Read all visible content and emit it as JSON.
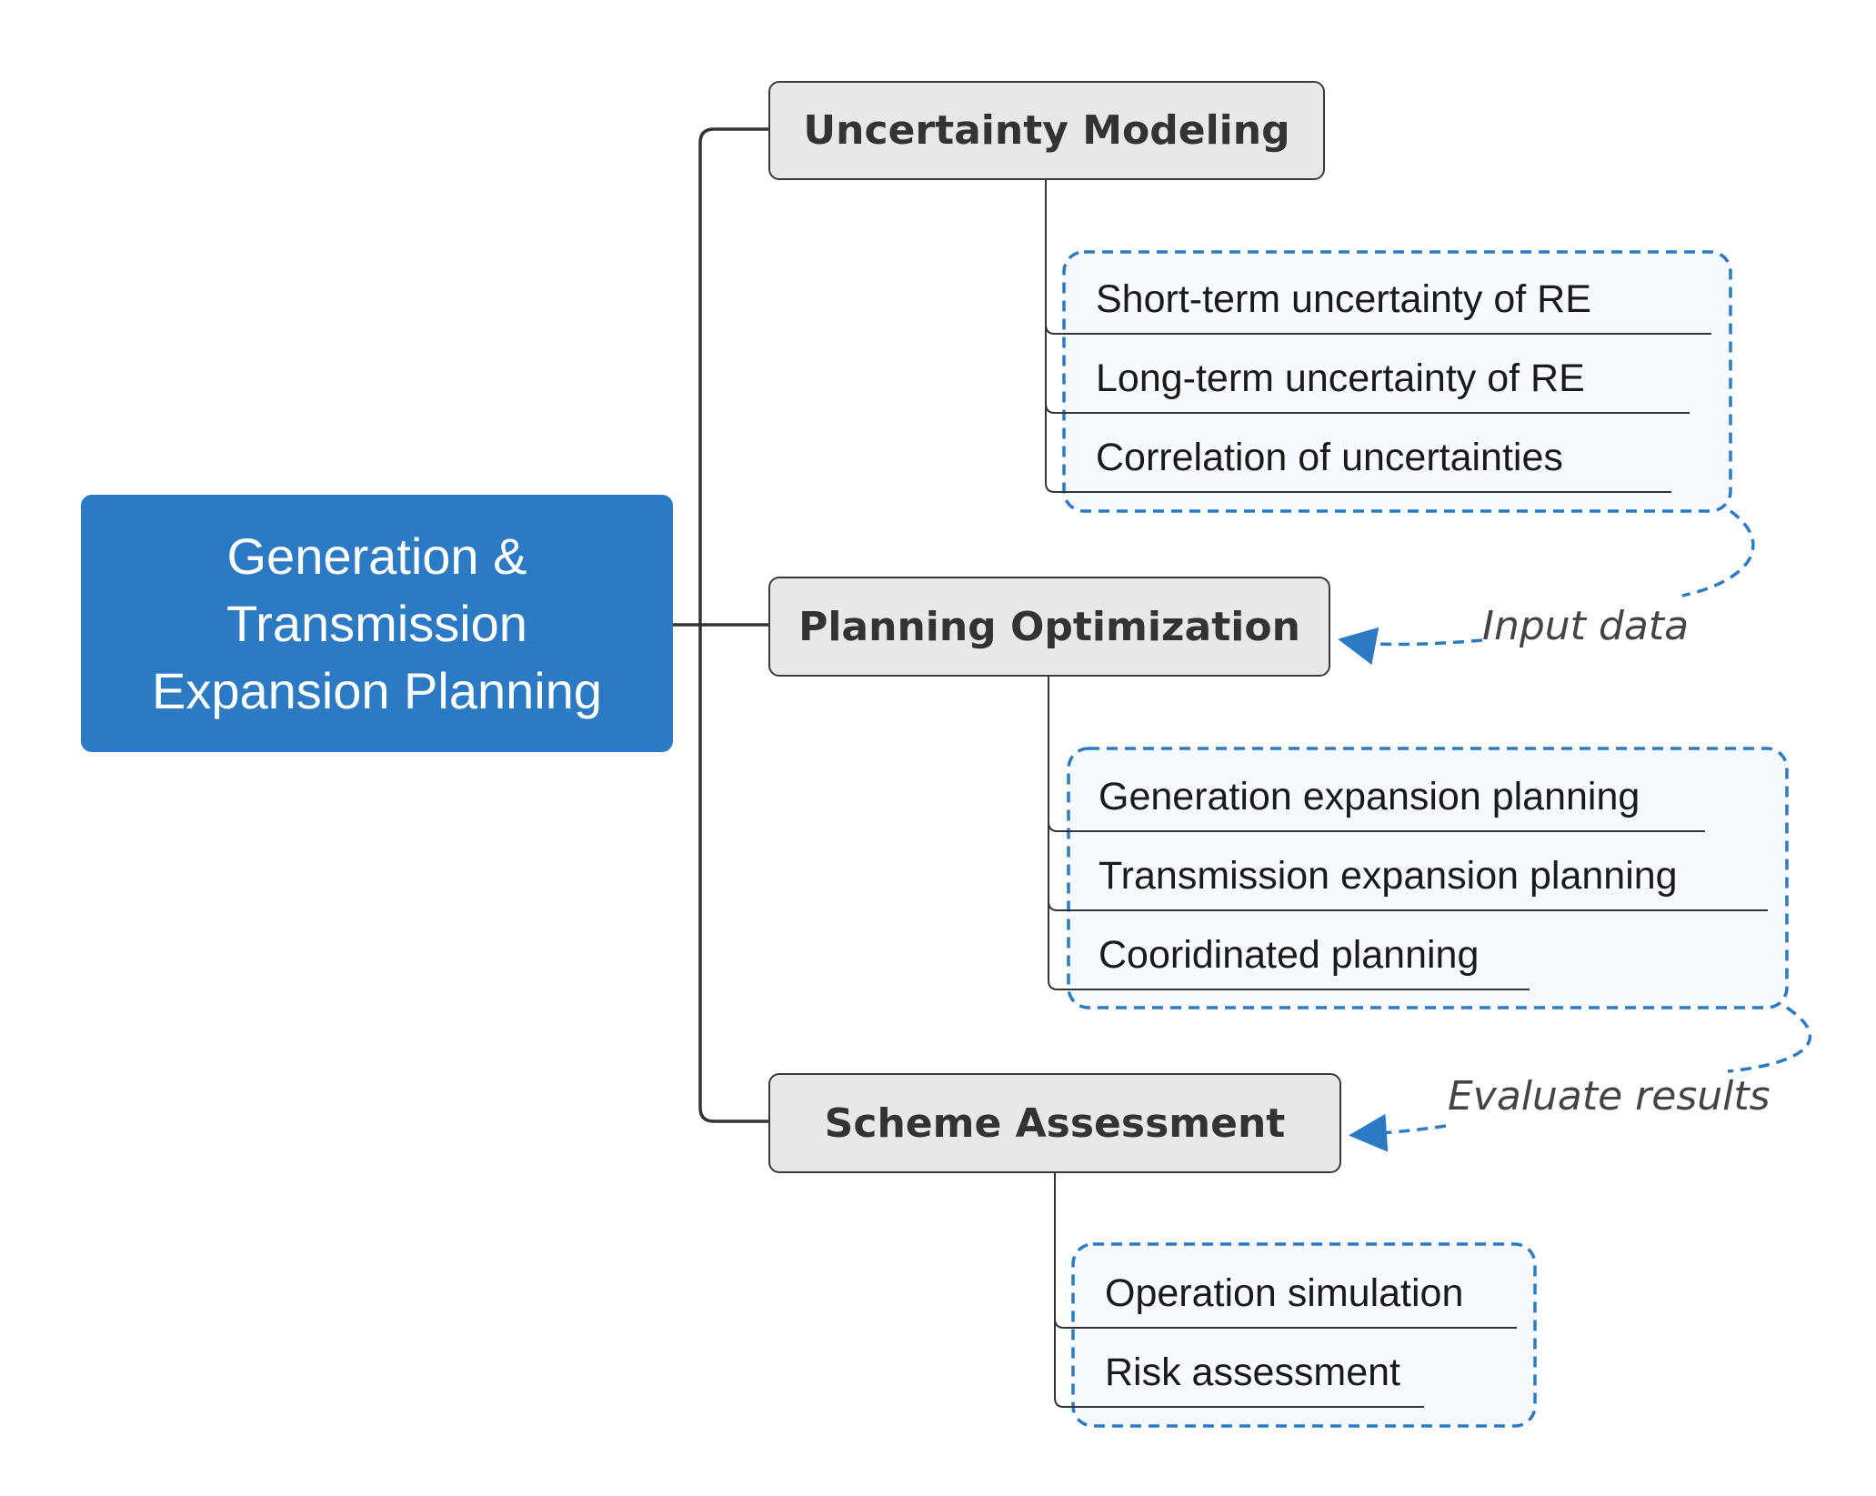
{
  "root": {
    "lines": [
      "Generation &",
      "Transmission",
      "Expansion Planning"
    ]
  },
  "branches": [
    {
      "label": "Uncertainty Modeling",
      "children": [
        "Short-term uncertainty of RE",
        "Long-term uncertainty of RE",
        "Correlation of uncertainties"
      ]
    },
    {
      "label": "Planning Optimization",
      "children": [
        "Generation expansion planning",
        "Transmission expansion planning",
        "Cooridinated planning"
      ]
    },
    {
      "label": "Scheme Assessment",
      "children": [
        "Operation simulation",
        "Risk assessment"
      ]
    }
  ],
  "annotations": {
    "input_data": "Input data",
    "evaluate_results": "Evaluate results"
  },
  "colors": {
    "root_fill": "#2c7ac4",
    "branch_fill": "#e8e8e8",
    "dashed_group": "#2c7ac4",
    "connector": "#333333"
  }
}
